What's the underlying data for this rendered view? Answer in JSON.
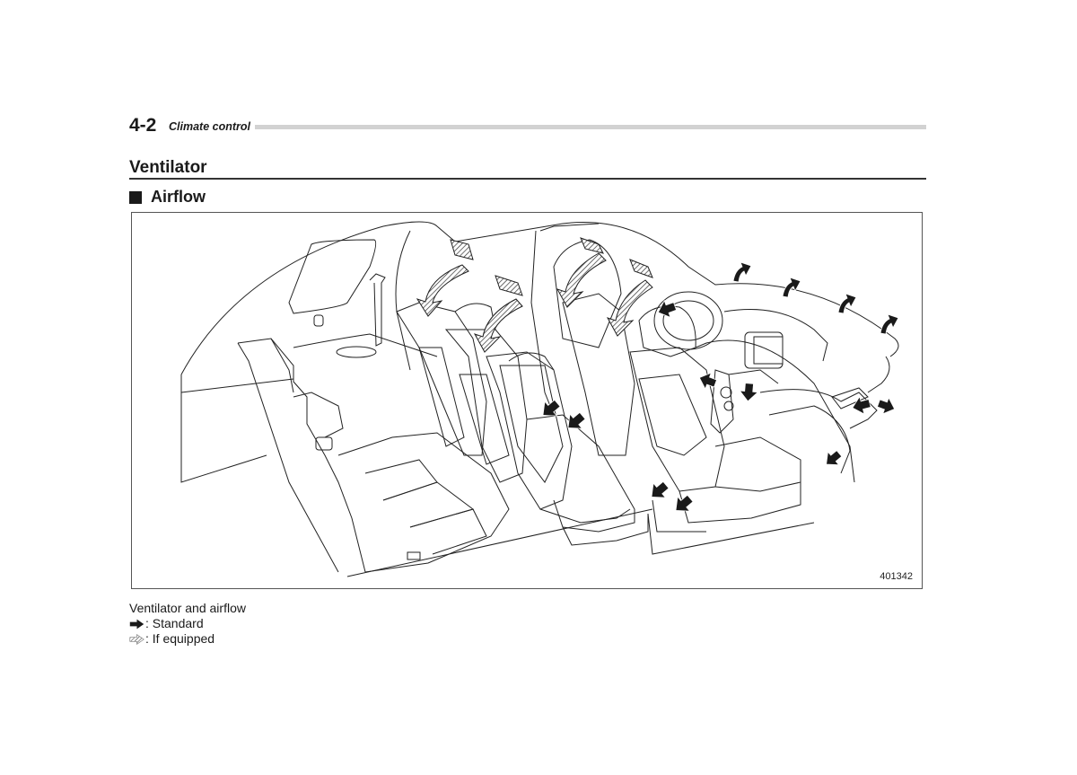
{
  "header": {
    "page_number": "4-2",
    "chapter": "Climate control"
  },
  "section": {
    "title": "Ventilator",
    "subsection": "Airflow"
  },
  "figure": {
    "code": "401342",
    "description": "Cutaway illustration of vehicle interior showing ventilator airflow directions",
    "arrow_colors": {
      "standard": "#1a1a1a",
      "if_equipped": "#9a9a9a"
    }
  },
  "caption": {
    "title": "Ventilator and airflow",
    "legend": [
      {
        "icon": "solid-arrow-icon",
        "label": ": Standard"
      },
      {
        "icon": "hatched-arrow-icon",
        "label": ": If equipped"
      }
    ]
  }
}
